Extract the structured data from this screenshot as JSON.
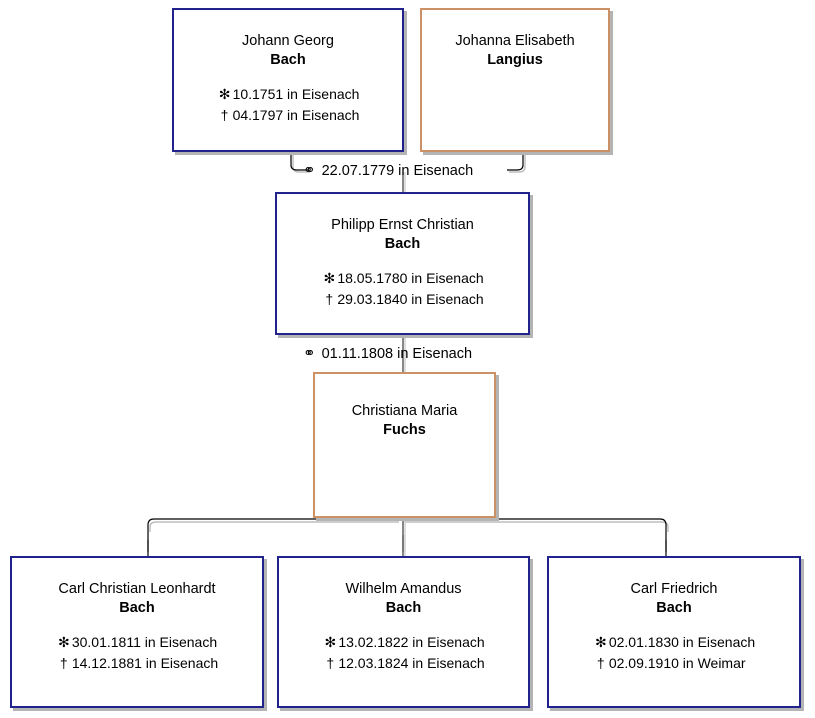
{
  "diagram": {
    "type": "genealogy-family-tree",
    "symbols": {
      "birth": "✻",
      "death": "†",
      "marriage": "⚭"
    },
    "colors": {
      "person_border": "#22228c",
      "spouse_border": "#cc9266",
      "shadow": "#b4b4b4",
      "background": "#ffffff",
      "text": "#000000"
    }
  },
  "people": {
    "father": {
      "given": "Johann Georg",
      "surname": "Bach",
      "birth": "10.1751 in Eisenach",
      "death": "04.1797 in Eisenach"
    },
    "mother": {
      "given": "Johanna Elisabeth",
      "surname": "Langius",
      "birth": "",
      "death": ""
    },
    "son": {
      "given": "Philipp Ernst Christian",
      "surname": "Bach",
      "birth": "18.05.1780 in Eisenach",
      "death": "29.03.1840 in Eisenach"
    },
    "wife": {
      "given": "Christiana Maria",
      "surname": "Fuchs",
      "birth": "",
      "death": ""
    },
    "child1": {
      "given": "Carl Christian Leonhardt",
      "surname": "Bach",
      "birth": "30.01.1811 in Eisenach",
      "death": "14.12.1881 in Eisenach"
    },
    "child2": {
      "given": "Wilhelm Amandus",
      "surname": "Bach",
      "birth": "13.02.1822 in Eisenach",
      "death": "12.03.1824 in Eisenach"
    },
    "child3": {
      "given": "Carl Friedrich",
      "surname": "Bach",
      "birth": "02.01.1830 in Eisenach",
      "death": "02.09.1910 in Weimar"
    }
  },
  "marriages": {
    "first": {
      "symbol": "⚭",
      "text": "22.07.1779 in Eisenach"
    },
    "second": {
      "symbol": "⚭",
      "text": "01.11.1808 in Eisenach"
    }
  }
}
